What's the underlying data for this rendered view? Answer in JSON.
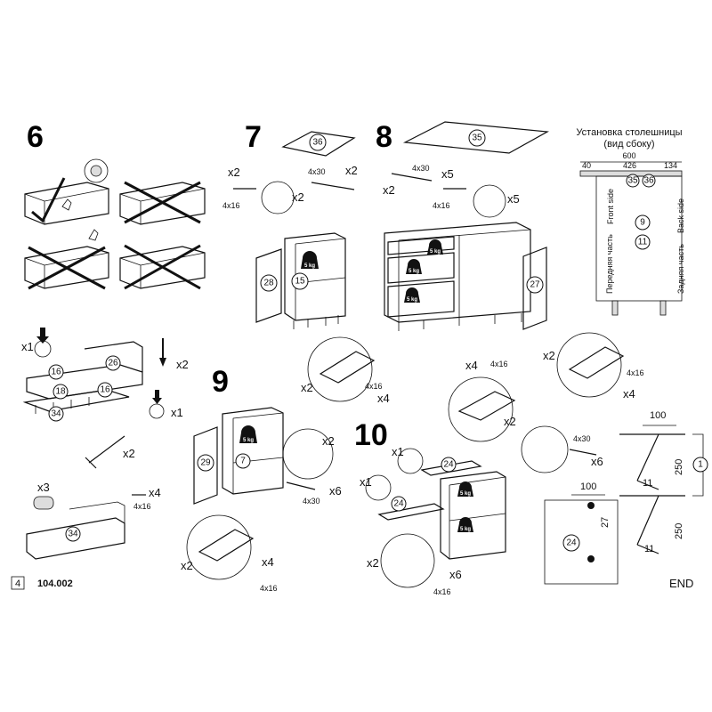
{
  "steps": {
    "s6": "6",
    "s7": "7",
    "s8": "8",
    "s9": "9",
    "s10": "10"
  },
  "labels": {
    "x1": "x1",
    "x2": "x2",
    "x3": "x3",
    "x4": "x4",
    "x5": "x5",
    "x6": "x6",
    "sc4x16": "4x16",
    "sc4x30": "4x30",
    "kg": "5 kg",
    "end": "END"
  },
  "parts": {
    "p15": "15",
    "p16": "16",
    "p18": "18",
    "p24": "24",
    "p26": "26",
    "p27": "27",
    "p28": "28",
    "p29": "29",
    "p34": "34",
    "p35": "35",
    "p36": "36",
    "p7": "7",
    "p9": "9",
    "p11": "11",
    "p1": "1"
  },
  "worktop": {
    "title_line1": "Установка столешницы",
    "title_line2": "(вид сбоку)",
    "dim_total": "600",
    "dim_left": "40",
    "dim_mid": "426",
    "dim_right": "134",
    "front_side": "Front side",
    "back_side": "Back side",
    "front_ru": "Передняя часть",
    "back_ru": "Задняя часть"
  },
  "dims": {
    "d100": "100",
    "d250": "250",
    "d11": "11",
    "d27": "27"
  },
  "footer": {
    "page": "4",
    "code": "104.002"
  },
  "colors": {
    "line": "#111111",
    "background": "#ffffff"
  }
}
